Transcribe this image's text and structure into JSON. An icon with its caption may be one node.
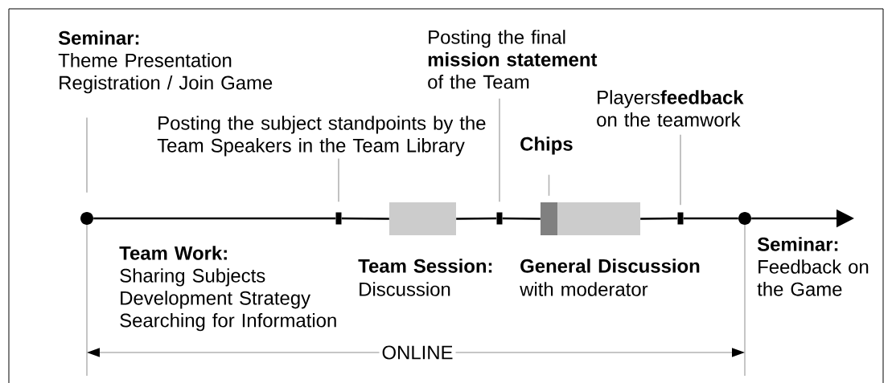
{
  "diagram": {
    "nodes": [
      {
        "text": [
          "Seminar:",
          "Theme Presentation Registration / Join Game"
        ]
      },
      {
        "text": [],
        "shape": "circle"
      },
      {
        "text": [
          "Posting the subject standpoints by the Team Speakers in the Team Library"
        ]
      },
      {
        "text": [],
        "shape": "bar"
      },
      {
        "text": [],
        "shape": "box"
      },
      {
        "text": [
          "Posting the final **mission statement** of the Team"
        ]
      },
      {
        "text": [],
        "shape": "bar"
      },
      {
        "text": [
          "Chips"
        ]
      },
      {
        "text": [],
        "shape": "box"
      },
      {
        "text": [],
        "shape": "box"
      },
      {
        "text": [
          "Players**feedback** on the teamwork"
        ]
      },
      {
        "text": [],
        "shape": "bar"
      },
      {
        "text": [],
        "shape": "circle"
      }
    ],
    "edges": [
      {
        "from": 0,
        "to": 1,
        "arrow": "none",
        "color": "#b3b3b3"
      },
      {
        "from": 2,
        "to": 3,
        "arrow": "none",
        "color": "#b3b3b3"
      },
      {
        "from": 5,
        "to": 6,
        "arrow": "none",
        "color": "#b3b3b3"
      },
      {
        "from": 7,
        "to": 8,
        "arrow": "none",
        "color": "#b3b3b3"
      },
      {
        "from": 10,
        "to": 11,
        "arrow": "none",
        "color": "#b3b3b3"
      },
      {
        "from": 1,
        "to": 3,
        "arrow": "none"
      },
      {
        "from": 3,
        "to": 4,
        "arrow": "none"
      },
      {
        "from": 4,
        "to": 6,
        "arrow": "none"
      },
      {
        "from": 6,
        "to": 8,
        "arrow": "none"
      },
      {
        "from": 9,
        "to": 11,
        "arrow": "none"
      },
      {
        "from": 11,
        "to": 12,
        "arrow": "none"
      },
      {
        "from": 12,
        "to": null,
        "arrow": "to"
      }
    ],
    "labels": [
      "Team Work:",
      "Sharing Subjects Development Strategy Searching for Information",
      "Team Session:",
      "Discussion",
      "General Discussion",
      "with moderator",
      "Seminar:",
      "Feedback on the Game",
      "ONLINE"
    ]
  }
}
